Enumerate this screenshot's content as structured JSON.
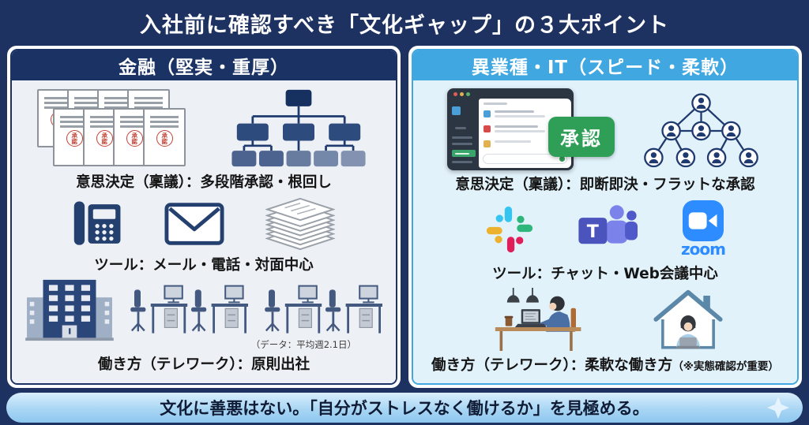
{
  "title": "入社前に確認すべき「文化ギャップ」の３大ポイント",
  "finance": {
    "header": "金融（堅実・重厚）",
    "stamp": "承認",
    "decision_caption": "意思決定（稟議）：多段階承認・根回し",
    "tools_caption": "ツール：メール・電話・対面中心",
    "work_caption": "働き方（テレワーク）：原則出社",
    "work_note": "（データ：平均週2.1日）"
  },
  "it": {
    "header": "異業種・IT（スピード・柔軟）",
    "approval_badge": "承認",
    "decision_caption": "意思決定（稟議）：即断即決・フラットな承認",
    "tools_caption": "ツール：チャット・Web会議中心",
    "work_caption": "働き方（テレワーク）：柔軟な働き方",
    "work_note": "（※実態確認が重要）",
    "teams_letter": "T",
    "zoom_wordmark": "zoom"
  },
  "footer": {
    "text": "文化に善悪はない。「自分がストレスなく働けるか」を見極める。"
  },
  "icons": {
    "finance": [
      "stamped-documents-icon",
      "org-chart-icon",
      "desk-phone-icon",
      "envelope-icon",
      "paper-stack-icon",
      "office-building-icon",
      "office-desks-icon"
    ],
    "it": [
      "chat-app-window-icon",
      "people-network-icon",
      "slack-icon",
      "teams-icon",
      "zoom-icon",
      "cafe-remote-work-icon",
      "home-remote-work-icon"
    ],
    "footer": [
      "sparkle-icon"
    ]
  },
  "colors": {
    "page_bg": "#1d3261",
    "finance_header": "#1b3264",
    "it_header": "#41a7e0",
    "finance_body": "#edf0f5",
    "it_body": "#e2f2fb",
    "approval_green": "#2f9e57",
    "stamp_red": "#c34336",
    "slack_blue": "#36C5F0",
    "slack_green": "#2EB67D",
    "slack_yellow": "#ECB22E",
    "slack_red": "#E01E5A",
    "teams_purple": "#4B53BC",
    "zoom_blue": "#2D8CFF"
  }
}
